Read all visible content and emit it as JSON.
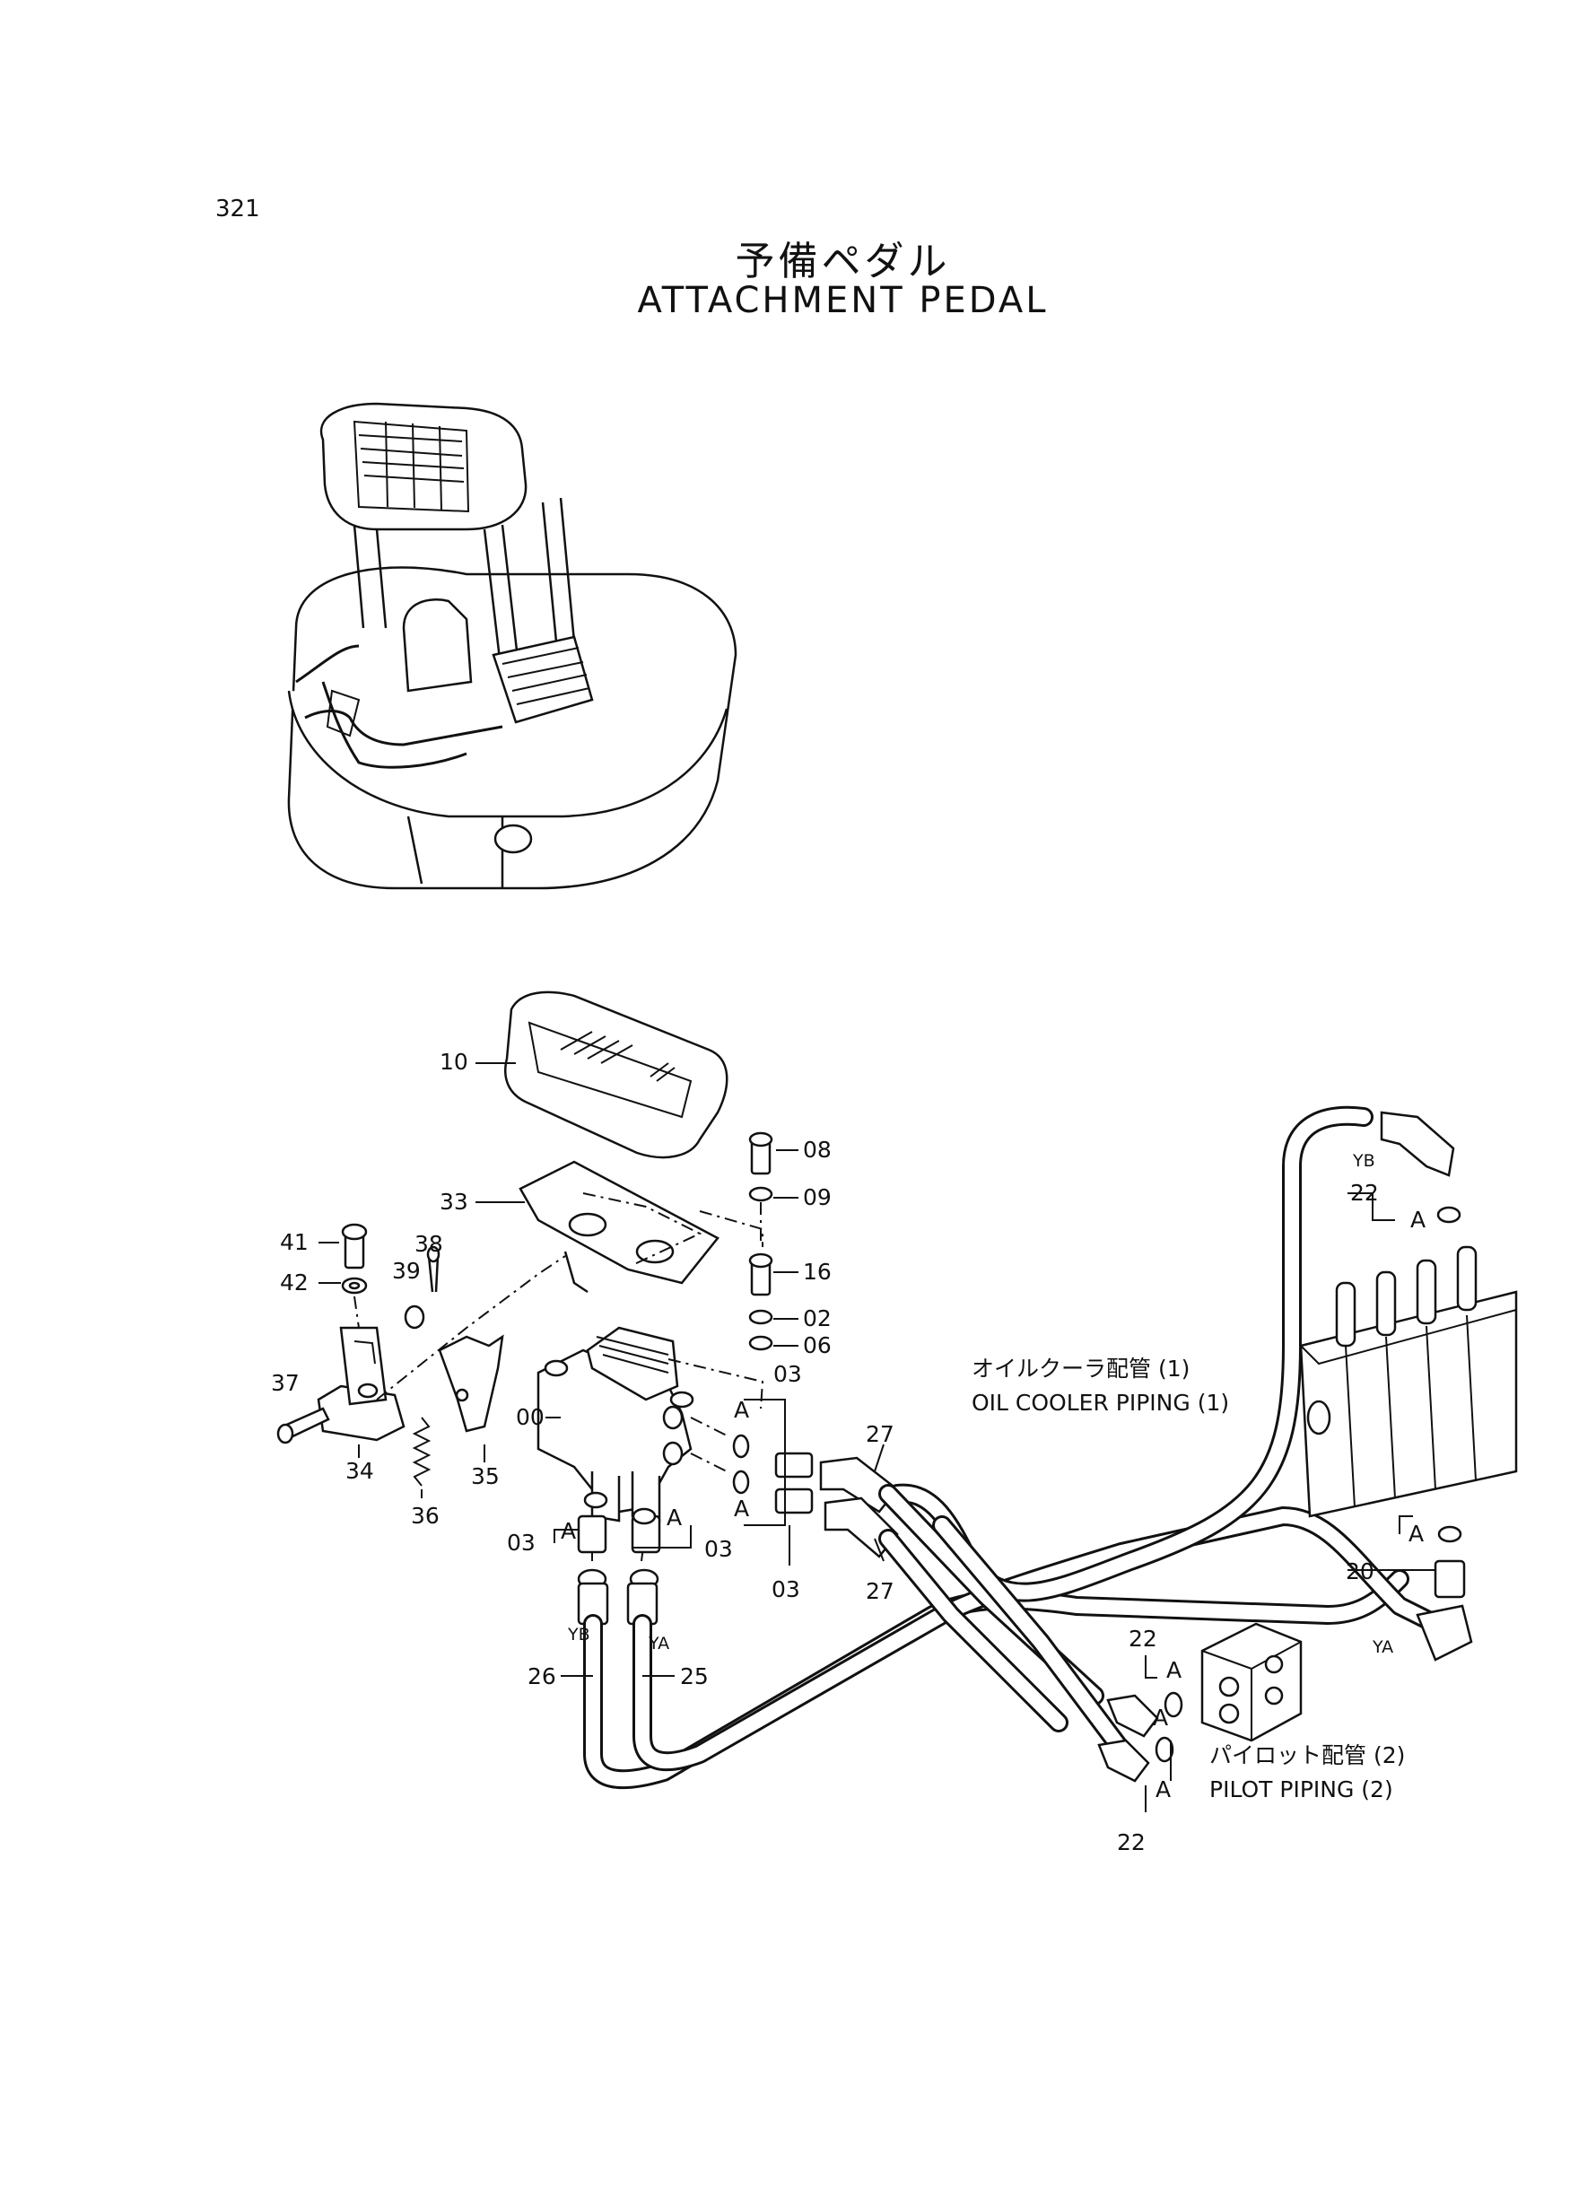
{
  "page": {
    "number": "321"
  },
  "title": {
    "jp": "予備ペダル",
    "en": "ATTACHMENT PEDAL"
  },
  "callouts": {
    "p00": "00",
    "p02": "02",
    "p03a": "03",
    "p03b": "03",
    "p03c": "03",
    "p03d": "03",
    "p06": "06",
    "p08": "08",
    "p09": "09",
    "p10": "10",
    "p16": "16",
    "p20": "20",
    "p22a": "22",
    "p22b": "22",
    "p22c": "22",
    "p25": "25",
    "p26": "26",
    "p27a": "27",
    "p27b": "27",
    "p33": "33",
    "p34": "34",
    "p35": "35",
    "p36": "36",
    "p37": "37",
    "p38": "38",
    "p39": "39",
    "p41": "41",
    "p42": "42"
  },
  "markers": {
    "a1": "A",
    "a2": "A",
    "a3": "A",
    "a4": "A",
    "a5": "A",
    "a6": "A",
    "a7": "A",
    "a8": "A",
    "a9": "A"
  },
  "port_labels": {
    "yb1": "YB",
    "ya1": "YA",
    "yb2": "YB",
    "ya2": "YA"
  },
  "piping": {
    "oil_cooler_jp": "オイルクーラ配管 (1)",
    "oil_cooler_en": "OIL COOLER PIPING (1)",
    "pilot_jp": "パイロット配管 (2)",
    "pilot_en": "PILOT PIPING (2)"
  }
}
